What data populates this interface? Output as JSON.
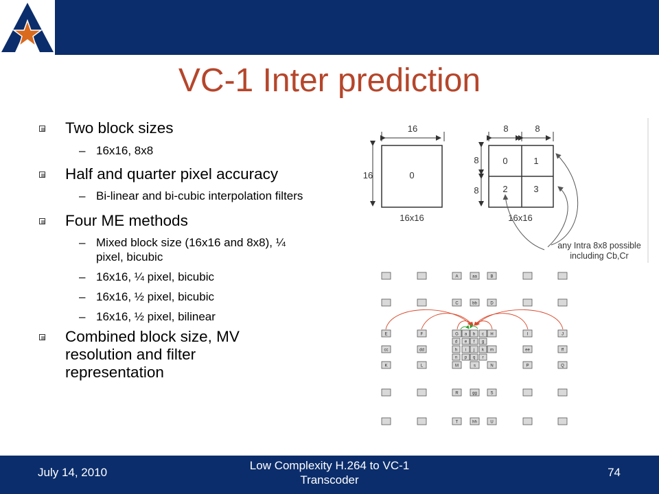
{
  "slide": {
    "title": "VC-1 Inter prediction"
  },
  "bullets": {
    "b1": "Two block sizes",
    "b1_1": "16x16, 8x8",
    "b2": "Half and quarter pixel accuracy",
    "b2_1": "Bi-linear and bi-cubic interpolation filters",
    "b3": "Four ME methods",
    "b3_1": "Mixed block size (16x16 and 8x8), ¼ pixel, bicubic",
    "b3_2": "16x16, ¼ pixel, bicubic",
    "b3_3": "16x16, ½ pixel, bicubic",
    "b3_4": "16x16, ½ pixel, bilinear",
    "b4": "Combined block size, MV resolution and filter representation"
  },
  "figure_top": {
    "dim_16_top": "16",
    "dim_16_left": "16",
    "dim_8a": "8",
    "dim_8b": "8",
    "dim_8c": "8",
    "dim_8d": "8",
    "block_0": "0",
    "q0": "0",
    "q1": "1",
    "q2": "2",
    "q3": "3",
    "caption_left": "16x16",
    "caption_right": "16x16",
    "note_line1": "any Intra 8x8 possible",
    "note_line2": "including Cb,Cr"
  },
  "figure_bottom": {
    "A": "A",
    "aa": "aa",
    "B": "B",
    "C": "C",
    "bb": "bb",
    "D": "D",
    "E": "E",
    "F": "F",
    "G": "G",
    "a": "a",
    "b": "b",
    "c": "c",
    "H": "H",
    "I": "I",
    "J": "J",
    "d": "d",
    "e": "e",
    "f": "f",
    "g": "g",
    "cc": "cc",
    "dd": "dd",
    "h": "h",
    "i": "i",
    "j": "j",
    "k": "k",
    "m": "m",
    "ee": "ee",
    "ff": "ff",
    "n": "n",
    "p": "p",
    "q": "q",
    "r": "r",
    "K": "K",
    "L": "L",
    "M": "M",
    "s": "s",
    "N": "N",
    "P": "P",
    "Q": "Q",
    "R": "R",
    "gg": "gg",
    "S": "S",
    "T": "T",
    "hh": "hh",
    "U": "U"
  },
  "footer": {
    "date": "July 14, 2010",
    "title": "Low Complexity H.264 to VC-1 Transcoder",
    "page": "74"
  },
  "colors": {
    "header_bar": "#0b2d6b",
    "title": "#b5462b",
    "arrow_red": "#d9482b",
    "arrow_green": "#2aa02a"
  },
  "icons": {
    "logo": "uta-star-a-logo",
    "bullet": "square-bullet-icon"
  }
}
